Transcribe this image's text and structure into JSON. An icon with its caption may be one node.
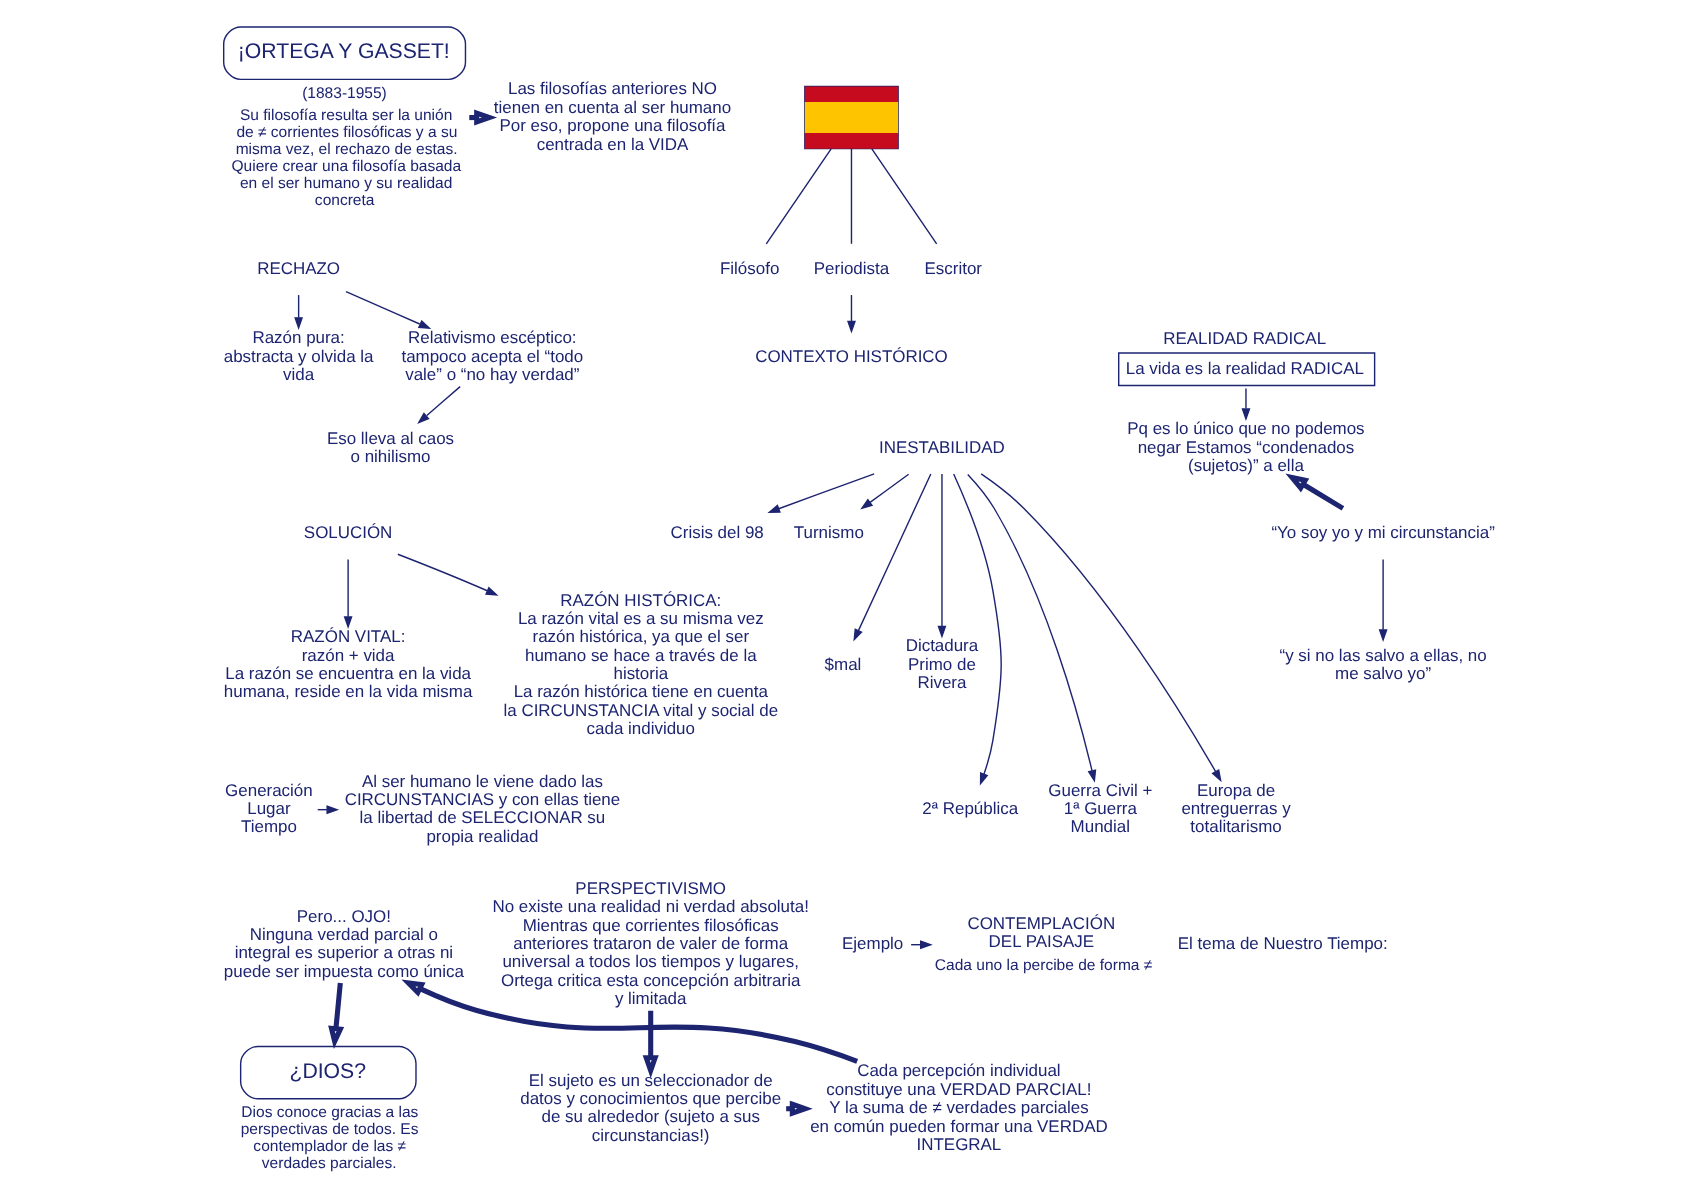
{
  "diagram": {
    "nodes": [
      {
        "text": [
          "Las filosofías anteriores NO tienen en cuenta al ser humano Por eso, propone una filosofía centrada en la VIDA"
        ]
      },
      {
        "text": [
          "¡ORTEGA Y GASSET!"
        ],
        "beside": [
          "(1883-1955)",
          "Su filosofía resulta ser la unión de ≠ corrientes filosóficas y a su misma vez, el rechazo de estas. Quiere crear una filosofía basada en el ser humano y su realidad concreta"
        ]
      },
      {
        "text": [],
        "shape": "box"
      },
      {
        "text": [
          "Filósofo"
        ]
      },
      {
        "text": [
          "Periodista"
        ]
      },
      {
        "text": [
          "Escritor"
        ]
      },
      {
        "text": [
          "CONTEXTO HISTÓRICO"
        ]
      },
      {
        "text": [
          "RECHAZO"
        ]
      },
      {
        "text": [
          "Razón pura:",
          "abstracta y olvida la vida"
        ]
      },
      {
        "text": [
          "Relativismo escéptico:",
          "tampoco acepta el “todo vale” o “no hay verdad”"
        ]
      },
      {
        "text": [
          "Eso lleva al caos o nihilismo"
        ]
      },
      {
        "text": [
          "INESTABILIDAD"
        ]
      },
      {
        "text": [
          "Crisis del 98"
        ]
      },
      {
        "text": [
          "Turnismo"
        ]
      },
      {
        "text": [
          "$mal"
        ]
      },
      {
        "text": [
          "Dictadura Primo de Rivera"
        ]
      },
      {
        "text": [
          "2ª República"
        ]
      },
      {
        "text": [
          "Guerra Civil + 1ª Guerra Mundial"
        ]
      },
      {
        "text": [
          "Europa de entreguerras y totalitarismo"
        ]
      },
      {
        "text": [
          "REALIDAD RADICAL",
          "La vida es la realidad RADICAL"
        ]
      },
      {
        "text": [
          "Pq es lo único que no podemos negar Estamos “condenados (sujetos)” a ella"
        ]
      },
      {
        "text": [
          "SOLUCIÓN"
        ]
      },
      {
        "text": [
          "RAZÓN VITAL:",
          "razón + vida",
          "La razón se encuentra en la vida humana, reside en la vida misma"
        ]
      },
      {
        "text": [
          "RAZÓN HISTÓRICA:",
          "La razón vital es a su misma vez razón histórica, ya que el ser humano se hace a través de la historia",
          "La razón histórica tiene en cuenta la CIRCUNSTANCIA vital y social de cada individuo"
        ]
      },
      {
        "text": [
          "“Yo soy yo y mi circunstancia”"
        ]
      },
      {
        "text": [
          "“y si no las salvo a ellas, no me salvo yo”"
        ]
      },
      {
        "text": [
          "Generación Lugar Tiempo"
        ]
      },
      {
        "text": [
          "Al ser humano le viene dado las CIRCUNSTANCIAS y con ellas tiene la libertad de SELECCIONAR su propia realidad"
        ]
      },
      {
        "text": [
          "Pero... OJO!",
          "Ninguna verdad parcial o integral es superior a otras ni puede ser impuesta como única"
        ]
      },
      {
        "text": [
          "PERSPECTIVISMO",
          "No existe una realidad ni verdad absoluta!",
          "Mientras que corrientes filosóficas anteriores trataron de valer de forma universal a todos los tiempos y lugares, Ortega critica esta concepción arbitraria y limitada"
        ]
      },
      {
        "text": [
          "¿DIOS?"
        ],
        "beside": [
          "Dios conoce gracias a las perspectivas de todos. Es contemplador de las ≠ verdades parciales."
        ]
      },
      {
        "text": [
          "Cada percepción individual constituye una VERDAD PARCIAL!",
          "Y la suma de ≠ verdades parciales en común pueden formar una VERDAD INTEGRAL"
        ]
      },
      {
        "text": [
          "El sujeto es un seleccionador de datos y conocimientos que percibe de su alrededor (sujeto a sus circunstancias!)"
        ]
      },
      {
        "text": [
          "Ejemplo"
        ]
      },
      {
        "text": [
          "CONTEMPLACIÓN DEL PAISAJE"
        ],
        "beside": [
          "Cada uno la percibe de forma ≠"
        ]
      }
    ],
    "edges": [
      {
        "from": 1,
        "to": 0,
        "arrow": "to",
        "style": "thick"
      },
      {
        "from": 2,
        "to": 3,
        "arrow": "none"
      },
      {
        "from": 2,
        "to": 4,
        "arrow": "none"
      },
      {
        "from": 2,
        "to": 5,
        "arrow": "none"
      },
      {
        "from": 4,
        "to": 6,
        "arrow": "to"
      },
      {
        "from": 7,
        "to": 8,
        "arrow": "to"
      },
      {
        "from": 7,
        "to": 9,
        "arrow": "to"
      },
      {
        "from": 9,
        "to": 10,
        "arrow": "to"
      },
      {
        "from": 11,
        "to": 12,
        "arrow": "to"
      },
      {
        "from": 11,
        "to": 13,
        "arrow": "to"
      },
      {
        "from": 11,
        "to": 14,
        "arrow": "to"
      },
      {
        "from": 11,
        "to": 15,
        "arrow": "to"
      },
      {
        "from": 11,
        "to": 16,
        "arrow": "to"
      },
      {
        "from": 11,
        "to": 17,
        "arrow": "to"
      },
      {
        "from": 11,
        "to": 18,
        "arrow": "to"
      },
      {
        "from": 19,
        "to": 20,
        "arrow": "to"
      },
      {
        "from": 21,
        "to": 22,
        "arrow": "to"
      },
      {
        "from": 21,
        "to": 23,
        "arrow": "to"
      },
      {
        "from": 24,
        "to": 20,
        "arrow": "to",
        "style": "thick"
      },
      {
        "from": 24,
        "to": 25,
        "arrow": "to"
      },
      {
        "from": 26,
        "to": 27,
        "arrow": "to"
      },
      {
        "from": 29,
        "to": 32,
        "arrow": "to",
        "style": "thick"
      },
      {
        "from": 32,
        "to": 31,
        "arrow": "to",
        "style": "thick"
      },
      {
        "from": 31,
        "to": 28,
        "arrow": "to",
        "style": "thick"
      },
      {
        "from": 28,
        "to": 30,
        "arrow": "to",
        "style": "thick"
      },
      {
        "from": 33,
        "to": 34,
        "arrow": "to"
      }
    ],
    "labels": [
      "El tema de Nuestro Tiempo:"
    ]
  }
}
